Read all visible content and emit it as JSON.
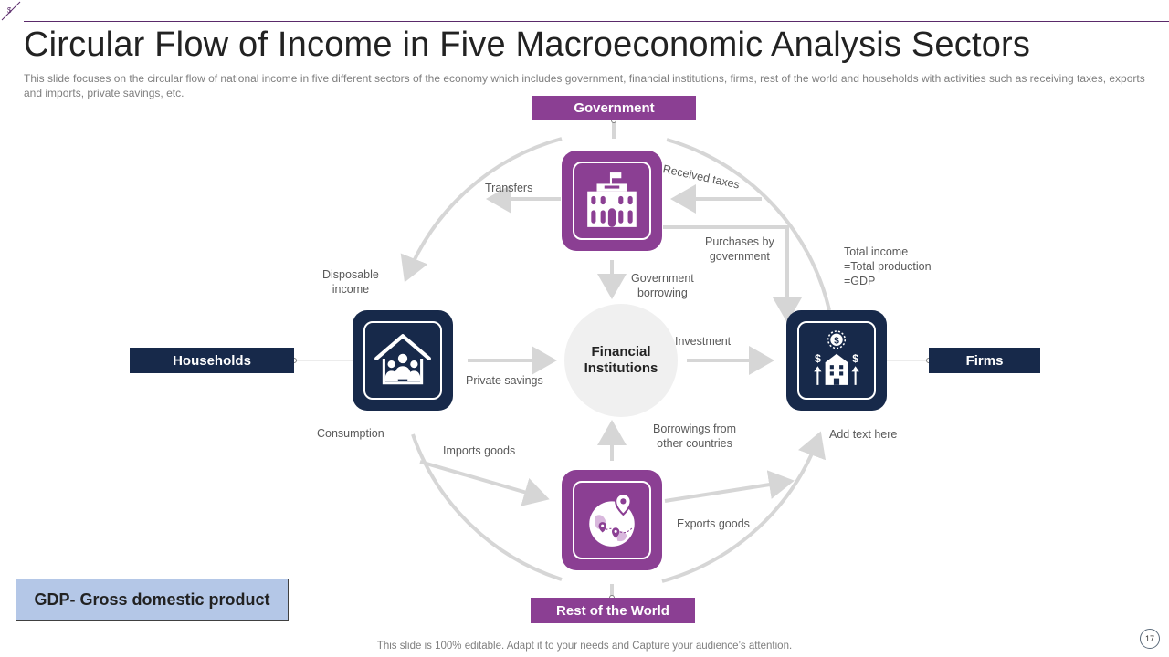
{
  "header": {
    "title": "Circular Flow of Income in Five Macroeconomic  Analysis Sectors",
    "subtitle": "This slide focuses on the circular flow of national income in five  different  sectors of the economy which includes government,  financial institutions, firms, rest of the world and households with activities such as receiving  taxes, exports and imports,  private  savings,  etc."
  },
  "sectors": {
    "government": "Government",
    "households": "Households",
    "firms": "Firms",
    "rest_of_world": "Rest of the World",
    "financial_institutions": "Financial Institutions"
  },
  "flows": {
    "transfers": "Transfers",
    "received_taxes": "Received  taxes",
    "purchases_by_government_1": "Purchases by",
    "purchases_by_government_2": "government",
    "government_borrowing_1": "Government",
    "government_borrowing_2": "borrowing",
    "disposable_income_1": "Disposable",
    "disposable_income_2": "income",
    "total_income_1": "Total income",
    "total_income_2": "=Total production",
    "total_income_3": "=GDP",
    "investment": "Investment",
    "private_savings": "Private  savings",
    "consumption": "Consumption",
    "imports_goods": "Imports goods",
    "borrowings_1": "Borrowings from",
    "borrowings_2": "other countries",
    "add_text": "Add text here",
    "exports_goods": "Exports goods"
  },
  "legend": {
    "gdp": "GDP- Gross domestic product"
  },
  "footer": {
    "note": "This slide is 100% editable. Adapt it to your needs and Capture your audience’s attention.",
    "page_number": "17"
  },
  "colors": {
    "purple": "#8b3f93",
    "navy": "#17294a",
    "arrow_gray": "#d6d6d6",
    "gdp_box": "#b4c7e7"
  },
  "icons": {
    "government": "government-building-icon",
    "households": "house-family-icon",
    "firms": "dollar-building-icon",
    "rest_of_world": "globe-pins-icon"
  }
}
